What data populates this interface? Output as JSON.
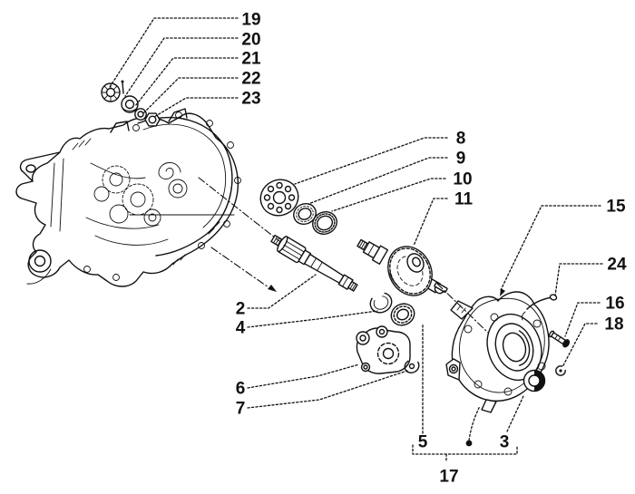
{
  "diagram": {
    "background_color": "#ffffff",
    "line_color": "#111111",
    "callouts": {
      "n2": {
        "label": "2"
      },
      "n3": {
        "label": "3"
      },
      "n4": {
        "label": "4"
      },
      "n5": {
        "label": "5"
      },
      "n6": {
        "label": "6"
      },
      "n7": {
        "label": "7"
      },
      "n8": {
        "label": "8"
      },
      "n9": {
        "label": "9"
      },
      "n10": {
        "label": "10"
      },
      "n11": {
        "label": "11"
      },
      "n15": {
        "label": "15"
      },
      "n16": {
        "label": "16"
      },
      "n17": {
        "label": "17"
      },
      "n18": {
        "label": "18"
      },
      "n19": {
        "label": "19"
      },
      "n20": {
        "label": "20"
      },
      "n21": {
        "label": "21"
      },
      "n22": {
        "label": "22"
      },
      "n23": {
        "label": "23"
      },
      "n24": {
        "label": "24"
      }
    }
  }
}
